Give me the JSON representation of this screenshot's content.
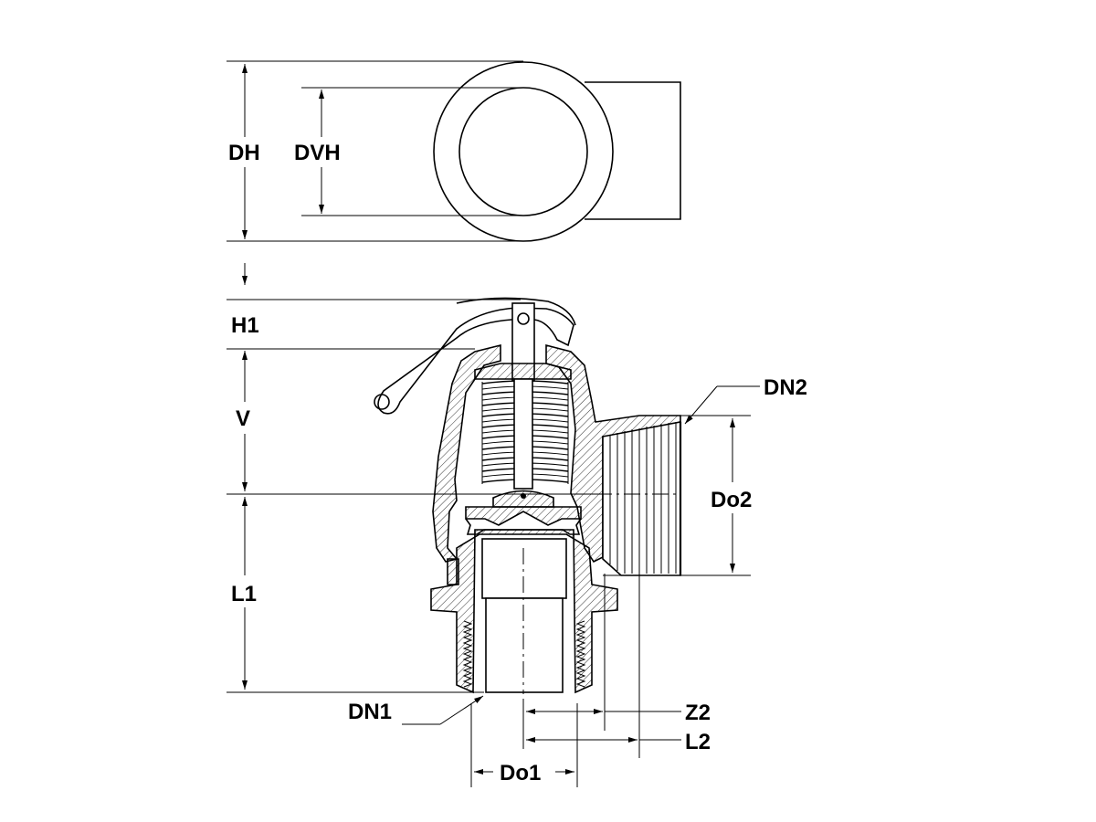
{
  "labels": {
    "dh": "DH",
    "dvh": "DVH",
    "h1": "H1",
    "v": "V",
    "l1": "L1",
    "dn2": "DN2",
    "do2": "Do2",
    "dn1": "DN1",
    "z2": "Z2",
    "l2": "L2",
    "do1": "Do1"
  },
  "colors": {
    "line": "#000000",
    "background": "#ffffff"
  }
}
